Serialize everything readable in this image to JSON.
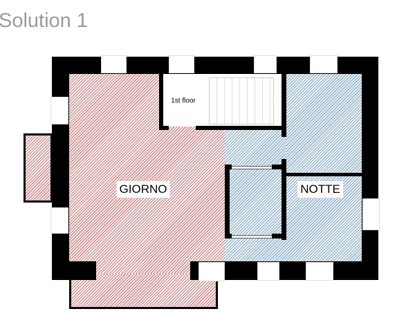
{
  "title": "Solution 1",
  "zones": {
    "day": {
      "label": "GIORNO",
      "color": "#cf8f8f"
    },
    "night": {
      "label": "NOTTE",
      "color": "#93b3cb"
    }
  },
  "stair_label": "1st floor"
}
